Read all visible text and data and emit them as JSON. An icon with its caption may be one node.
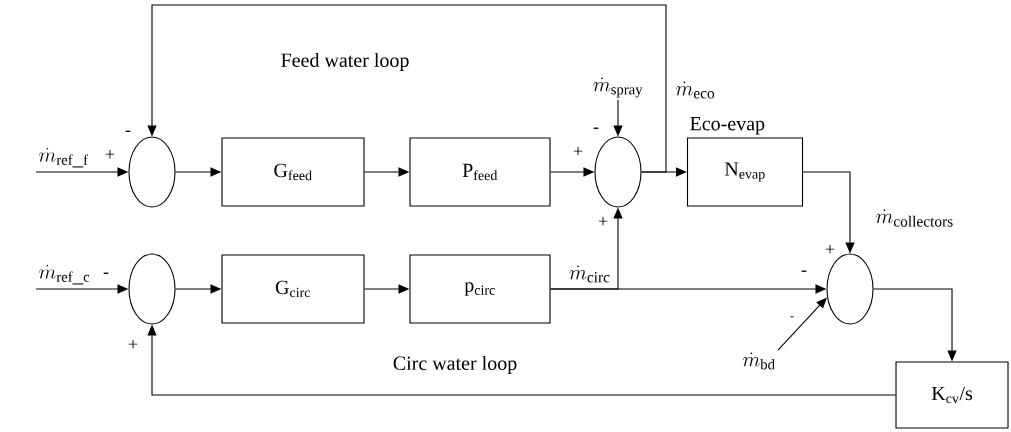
{
  "diagram": {
    "nodes": [
      {
        "text": [],
        "shape": "circle"
      },
      {
        "text": [
          "G$_{feed}$"
        ]
      },
      {
        "text": [
          "P$_{feed}$"
        ]
      },
      {
        "text": [],
        "shape": "circle"
      },
      {
        "text": [
          "Eco-evap",
          "N$_{evap}$"
        ]
      },
      {
        "text": [],
        "shape": "circle"
      },
      {
        "text": [
          "G$_{circ}$"
        ]
      },
      {
        "text": [
          "p$_{circ}$"
        ]
      },
      {
        "text": [],
        "shape": "circle"
      },
      {
        "text": [
          "K$_{cv}$/s"
        ]
      },
      {
        "text": [
          "\\dot{m}_{\\mathrm{ref\\_f}}"
        ]
      },
      {
        "text": [
          "\\dot{m}_{\\mathrm{spray}}"
        ]
      },
      {
        "text": [
          "\\dot{m}_{\\mathrm{ref\\_c}}"
        ]
      },
      {
        "text": [
          "\\dot{m}_{\\mathrm{bd}}"
        ]
      }
    ],
    "edges": [
      {
        "from": 10,
        "to": 0,
        "arrow": "to"
      },
      {
        "from": 3,
        "to": 0,
        "arrow": "to",
        "label": "\\dot{m}_{\\mathrm{eco}}"
      },
      {
        "from": 0,
        "to": 1,
        "arrow": "to"
      },
      {
        "from": 1,
        "to": 2,
        "arrow": "to"
      },
      {
        "from": 2,
        "to": 3,
        "arrow": "to"
      },
      {
        "from": 11,
        "to": 3,
        "arrow": "to"
      },
      {
        "from": 3,
        "to": 4,
        "arrow": "to"
      },
      {
        "from": 4,
        "to": 5,
        "arrow": "to",
        "label": "\\dot{m}_{\\mathrm{collectors}}"
      },
      {
        "from": 12,
        "to": 8,
        "arrow": "to"
      },
      {
        "from": 8,
        "to": 6,
        "arrow": "to"
      },
      {
        "from": 6,
        "to": 7,
        "arrow": "to"
      },
      {
        "from": 7,
        "to": 3,
        "arrow": "to",
        "label": "\\dot{m}_{\\mathrm{circ}}"
      },
      {
        "from": 7,
        "to": 5,
        "arrow": "to"
      },
      {
        "from": 13,
        "to": 5,
        "arrow": "to"
      },
      {
        "from": 5,
        "to": 9,
        "arrow": "to"
      },
      {
        "from": 9,
        "to": 8,
        "arrow": "to"
      }
    ],
    "labels": [
      "Feed water loop",
      "-",
      "-",
      "+",
      "+",
      "+",
      "-",
      "+",
      "-",
      "-",
      "+",
      "Circ water loop"
    ]
  }
}
